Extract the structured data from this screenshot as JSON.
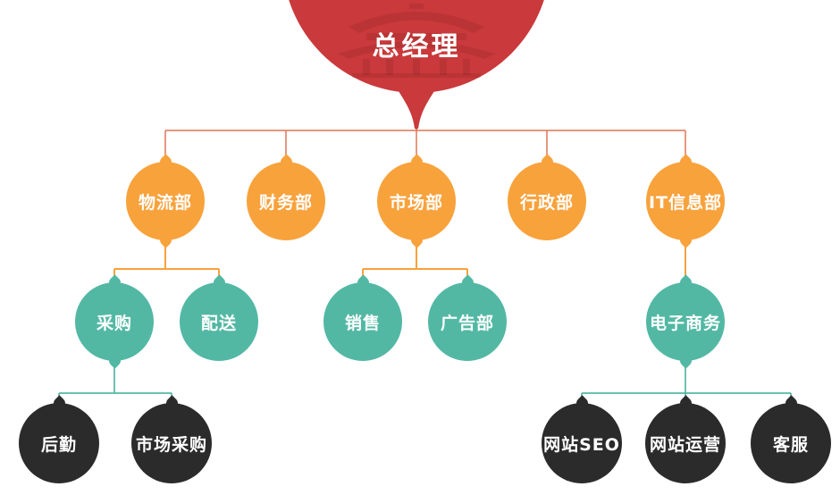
{
  "colors": {
    "background": "#FFFFFF",
    "node_text": "#FFFFFF",
    "root_fill": "#CA393B",
    "dept_fill": "#F8A23C",
    "team_fill": "#52B8A4",
    "leaf_fill": "#2B2B2B",
    "line_root": "#DD7557",
    "line_root_stem": "#C94B41",
    "line_dept": "#F8A23C",
    "line_team": "#52B8A4"
  },
  "org": {
    "root": {
      "label": "总经理",
      "children": [
        {
          "label": "物流部",
          "children": [
            {
              "label": "采购",
              "children": [
                {
                  "label": "后勤"
                },
                {
                  "label": "市场采购"
                }
              ]
            },
            {
              "label": "配送"
            }
          ]
        },
        {
          "label": "财务部"
        },
        {
          "label": "市场部",
          "children": [
            {
              "label": "销售"
            },
            {
              "label": "广告部"
            }
          ]
        },
        {
          "label": "行政部"
        },
        {
          "label": "IT信息部",
          "children": [
            {
              "label": "电子商务",
              "children": [
                {
                  "label": "网站SEO"
                },
                {
                  "label": "网站运营"
                },
                {
                  "label": "客服"
                }
              ]
            }
          ]
        }
      ]
    }
  }
}
